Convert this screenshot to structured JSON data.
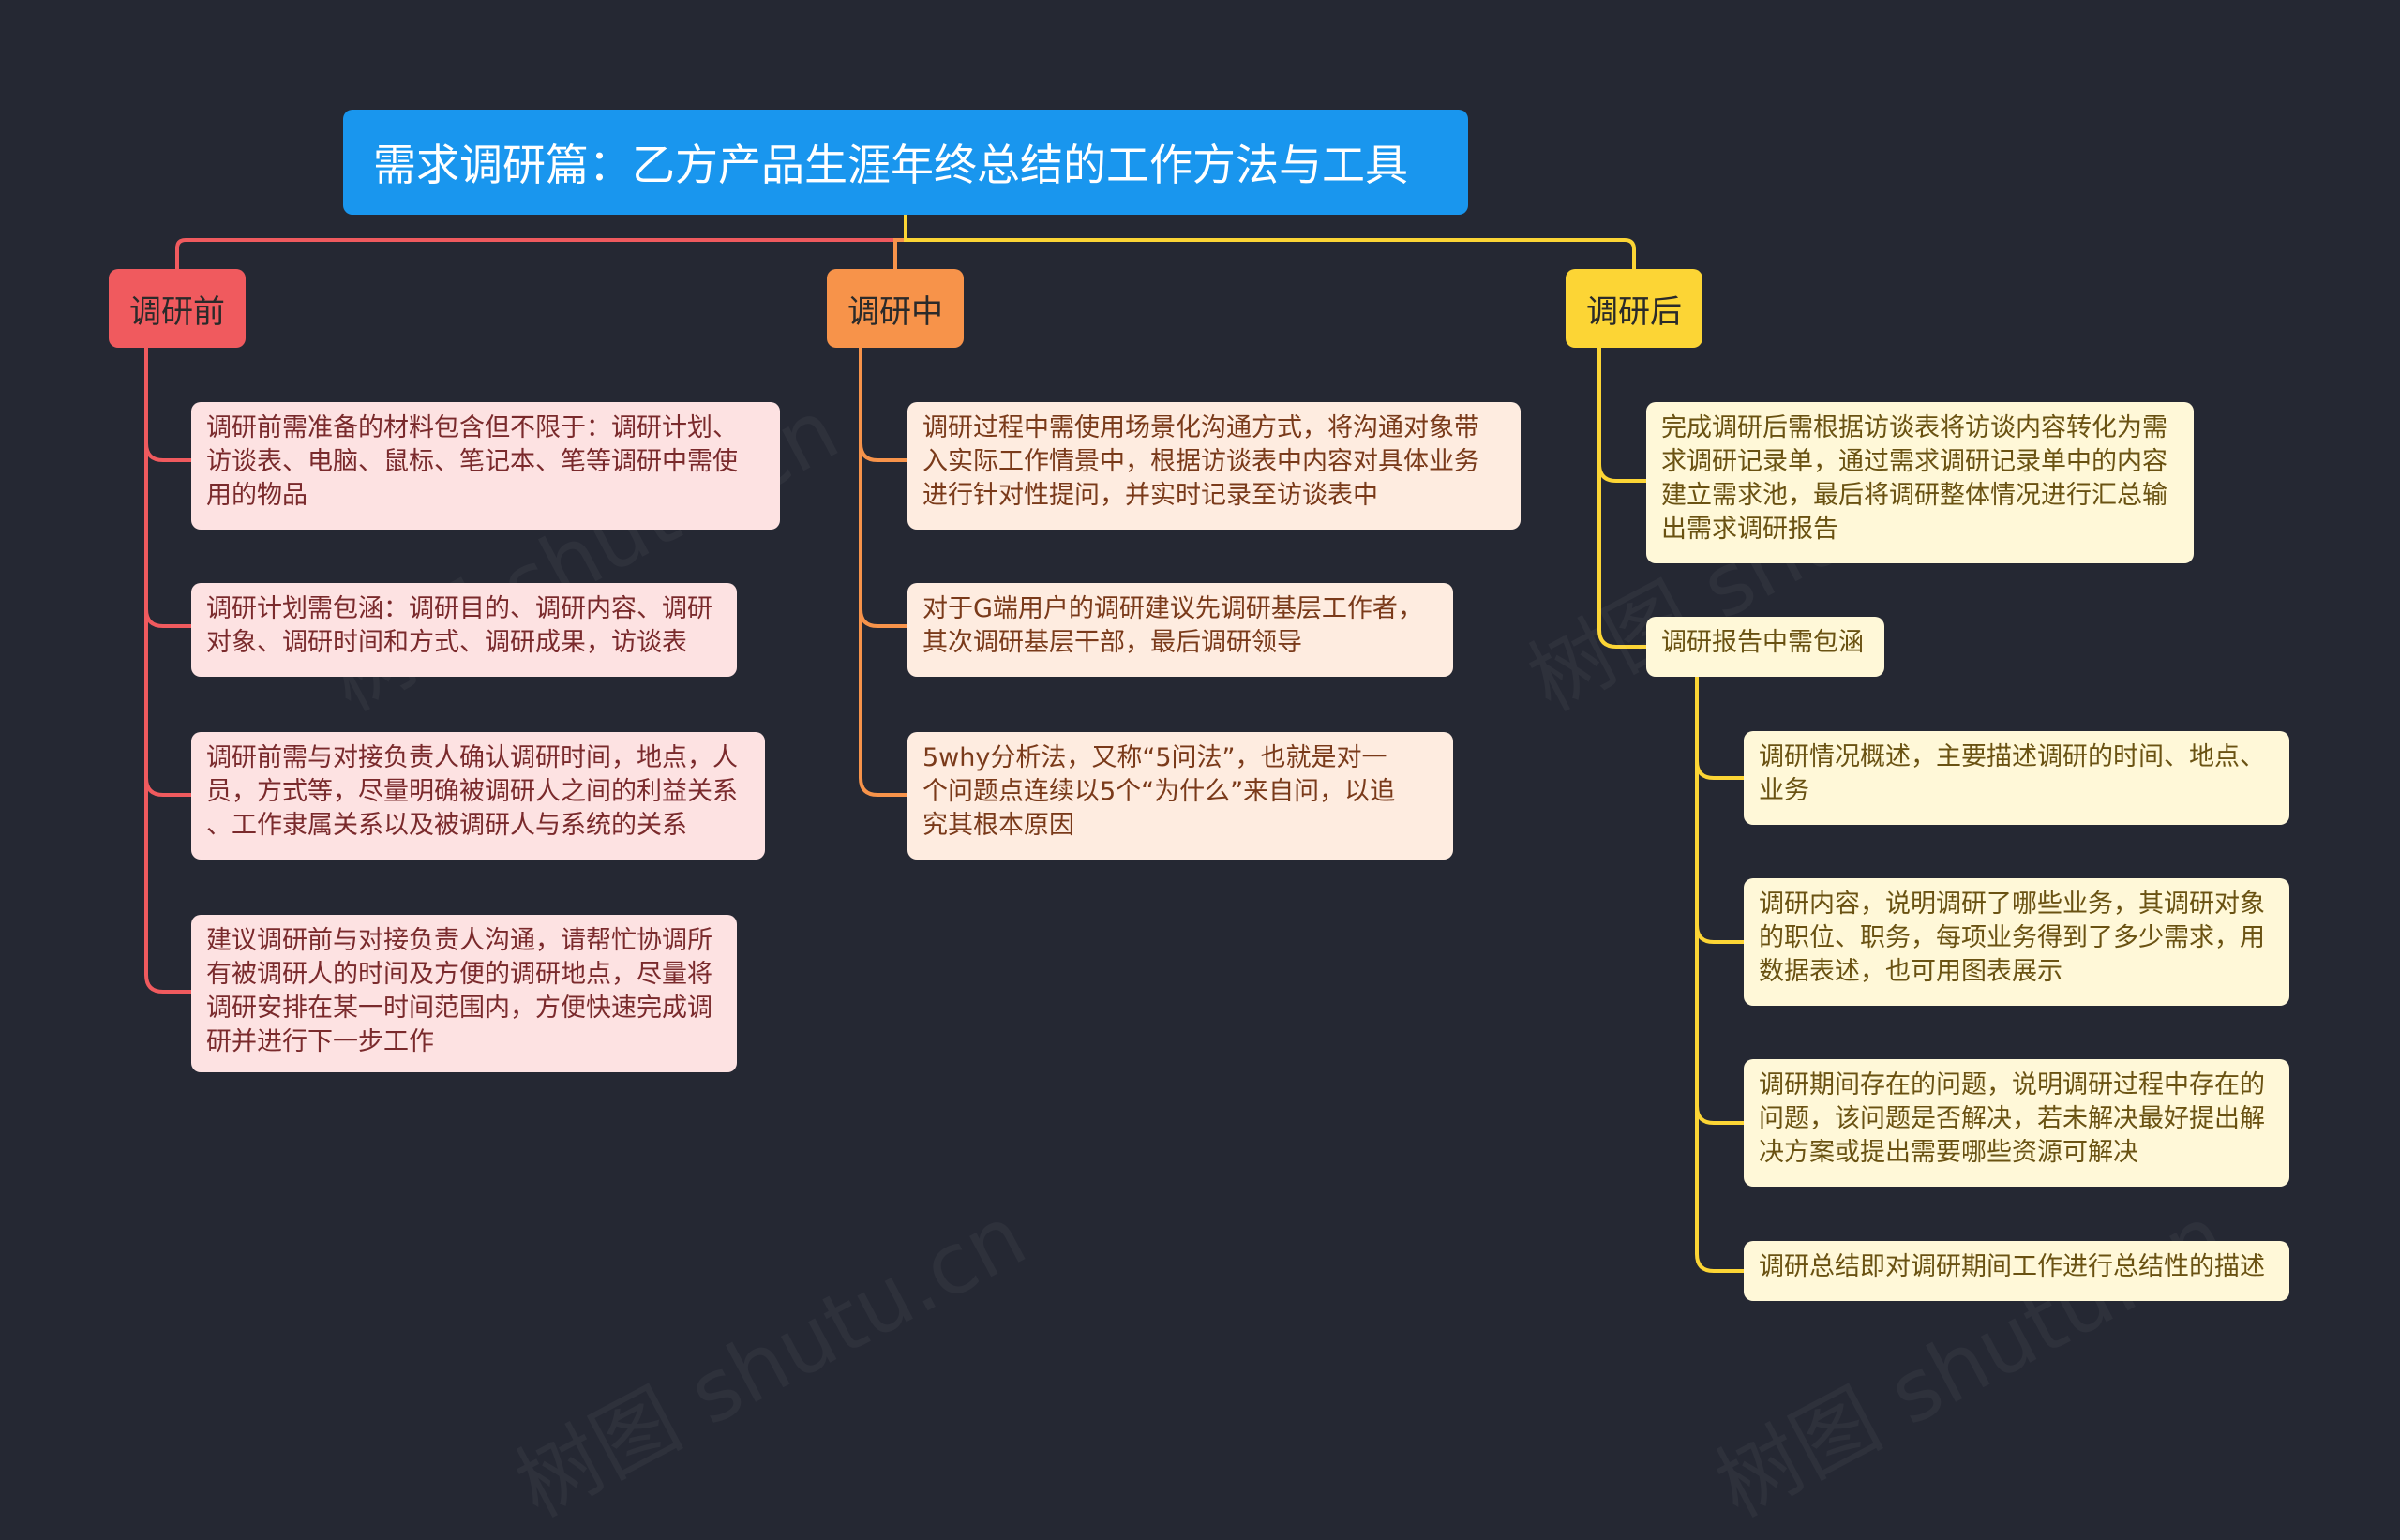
{
  "title": "需求调研篇：乙方产品生涯年终总结的工作方法与工具",
  "watermark": "树图 shutu.cn",
  "colors": {
    "background": "#252833",
    "root": "#1996ee",
    "branch_before": "#f05a5e",
    "branch_during": "#f7934a",
    "branch_after": "#fcd535"
  },
  "branches": {
    "before": {
      "label": "调研前",
      "items": [
        "调研前需准备的材料包含但不限于：调研计划、\n访谈表、电脑、鼠标、笔记本、笔等调研中需使\n用的物品",
        "调研计划需包涵：调研目的、调研内容、调研\n对象、调研时间和方式、调研成果，访谈表",
        "调研前需与对接负责人确认调研时间，地点，人\n员，方式等，尽量明确被调研人之间的利益关系\n、工作隶属关系以及被调研人与系统的关系",
        "建议调研前与对接负责人沟通，请帮忙协调所\n有被调研人的时间及方便的调研地点，尽量将\n调研安排在某一时间范围内，方便快速完成调\n研并进行下一步工作"
      ]
    },
    "during": {
      "label": "调研中",
      "items": [
        "调研过程中需使用场景化沟通方式，将沟通对象带\n入实际工作情景中，根据访谈表中内容对具体业务\n进行针对性提问，并实时记录至访谈表中",
        "对于G端用户的调研建议先调研基层工作者，\n其次调研基层干部，最后调研领导",
        "5why分析法，又称“5问法”，也就是对一\n个问题点连续以5个“为什么”来自问，以追\n究其根本原因"
      ]
    },
    "after": {
      "label": "调研后",
      "items": [
        "完成调研后需根据访谈表将访谈内容转化为需\n求调研记录单，通过需求调研记录单中的内容\n建立需求池，最后将调研整体情况进行汇总输\n出需求调研报告",
        "调研报告中需包涵"
      ],
      "report_items": [
        "调研情况概述，主要描述调研的时间、地点、\n业务",
        "调研内容，说明调研了哪些业务，其调研对象\n的职位、职务，每项业务得到了多少需求，用\n数据表述，也可用图表展示",
        "调研期间存在的问题，说明调研过程中存在的\n问题，该问题是否解决，若未解决最好提出解\n决方案或提出需要哪些资源可解决",
        "调研总结即对调研期间工作进行总结性的描述"
      ]
    }
  }
}
